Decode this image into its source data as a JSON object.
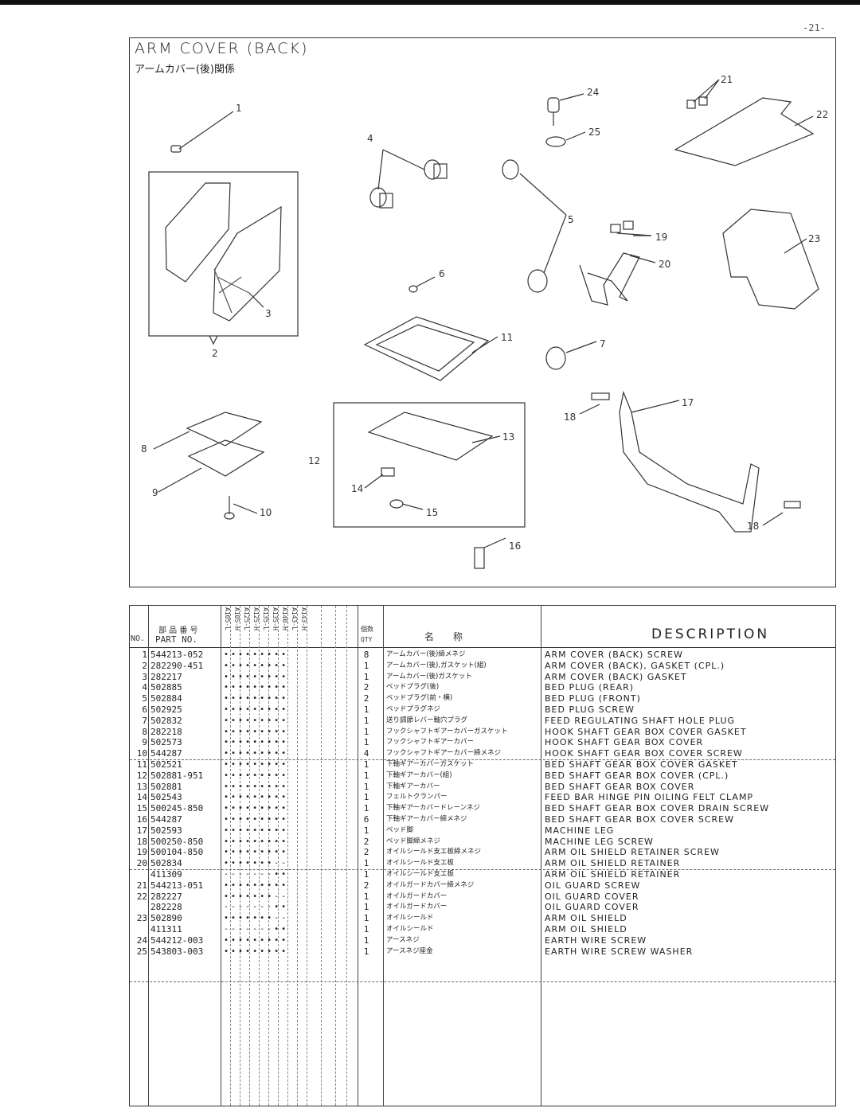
{
  "page_number": "-21-",
  "header": {
    "title_en": "ARM COVER (BACK)",
    "title_jp": "アームカバー(後)関係"
  },
  "diagram": {
    "callouts": [
      "1",
      "2",
      "3",
      "4",
      "5",
      "6",
      "7",
      "8",
      "9",
      "10",
      "11",
      "12",
      "13",
      "14",
      "15",
      "16",
      "17",
      "18",
      "18",
      "19",
      "20",
      "21",
      "22",
      "23",
      "24",
      "25"
    ]
  },
  "table": {
    "headers": {
      "no": "NO.",
      "part_jp": "部 品 番 号",
      "part_no": "PART NO.",
      "models": [
        "A105-L",
        "A105-H",
        "A125-L",
        "A125-H",
        "A135-L",
        "A135-H",
        "A140-H",
        "A143-L",
        "A143-H"
      ],
      "qty_jp": "個数",
      "qty": "QTY",
      "name_jp": "名　　称",
      "description": "DESCRIPTION"
    },
    "rows": [
      {
        "no": "1",
        "part": "544213-052",
        "marks": "•••••••••",
        "qty": "8",
        "jp": "アームカバー(後)締メネジ",
        "desc": "ARM COVER (BACK) SCREW"
      },
      {
        "no": "2",
        "part": "282290-451",
        "marks": "•••••••••",
        "qty": "1",
        "jp": "アームカバー(後),ガスケット(組)",
        "desc": "ARM COVER (BACK), GASKET (CPL.)"
      },
      {
        "no": "3",
        "part": "282217",
        "marks": "•••••••••",
        "qty": "1",
        "jp": "アームカバー(後)ガスケット",
        "desc": "ARM COVER (BACK) GASKET"
      },
      {
        "no": "4",
        "part": "502885",
        "marks": "•••••••••",
        "qty": "2",
        "jp": "ベッドプラグ(後)",
        "desc": "BED PLUG (REAR)"
      },
      {
        "no": "5",
        "part": "502884",
        "marks": "•••••••••",
        "qty": "2",
        "jp": "ベッドプラグ(前・横)",
        "desc": "BED PLUG (FRONT)"
      },
      {
        "no": "6",
        "part": "502925",
        "marks": "•••••••••",
        "qty": "1",
        "jp": "ベッドプラグネジ",
        "desc": "BED PLUG SCREW"
      },
      {
        "no": "7",
        "part": "502832",
        "marks": "•••••••••",
        "qty": "1",
        "jp": "送り調節レバー軸穴プラグ",
        "desc": "FEED REGULATING SHAFT HOLE PLUG"
      },
      {
        "no": "8",
        "part": "282218",
        "marks": "•••••••••",
        "qty": "1",
        "jp": "フックシャフトギアーカバーガスケット",
        "desc": "HOOK SHAFT GEAR BOX COVER GASKET"
      },
      {
        "no": "9",
        "part": "502573",
        "marks": "•••••••••",
        "qty": "1",
        "jp": "フックシャフトギアーカバー",
        "desc": "HOOK SHAFT GEAR BOX COVER"
      },
      {
        "no": "10",
        "part": "544287",
        "marks": "•••••••••",
        "qty": "4",
        "jp": "フックシャフトギアーカバー締メネジ",
        "desc": "HOOK SHAFT GEAR BOX COVER SCREW"
      },
      {
        "no": "11",
        "part": "502521",
        "marks": "•••••••••",
        "qty": "1",
        "jp": "下軸ギアーカバーガスケット",
        "desc": "BED SHAFT GEAR BOX COVER GASKET"
      },
      {
        "no": "12",
        "part": "502881-951",
        "marks": "•••••••••",
        "qty": "1",
        "jp": "下軸ギアーカバー(組)",
        "desc": "BED SHAFT GEAR BOX COVER (CPL.)"
      },
      {
        "no": "13",
        "part": "502881",
        "marks": "•••••••••",
        "qty": "1",
        "jp": "下軸ギアーカバー",
        "desc": "BED SHAFT GEAR BOX COVER"
      },
      {
        "no": "14",
        "part": "502543",
        "marks": "•••••••••",
        "qty": "1",
        "jp": "フェルトクランパー",
        "desc": "FEED BAR HINGE PIN OILING FELT CLAMP"
      },
      {
        "no": "15",
        "part": "500245-850",
        "marks": "•••••••••",
        "qty": "1",
        "jp": "下軸ギアーカバードレーンネジ",
        "desc": "BED SHAFT GEAR BOX COVER DRAIN SCREW"
      },
      {
        "no": "16",
        "part": "544287",
        "marks": "•••••••••",
        "qty": "6",
        "jp": "下軸ギアーカバー締メネジ",
        "desc": "BED SHAFT GEAR BOX COVER SCREW"
      },
      {
        "no": "17",
        "part": "502593",
        "marks": "•••••••••",
        "qty": "1",
        "jp": "ベッド脚",
        "desc": "MACHINE LEG"
      },
      {
        "no": "18",
        "part": "500250-850",
        "marks": "•••••••••",
        "qty": "2",
        "jp": "ベッド脚締メネジ",
        "desc": "MACHINE LEG SCREW"
      },
      {
        "no": "19",
        "part": "500104-850",
        "marks": "•••••••••",
        "qty": "2",
        "jp": "オイルシールド支エ板締メネジ",
        "desc": "ARM OIL SHIELD RETAINER SCREW"
      },
      {
        "no": "20",
        "part": "502834",
        "marks": "•••••••--",
        "qty": "1",
        "jp": "オイルシールド支エ板",
        "desc": "ARM OIL SHIELD RETAINER"
      },
      {
        "no": "",
        "part": "411309",
        "marks": "-------••",
        "qty": "1",
        "jp": "オイルシールド支エ板",
        "desc": "ARM OIL SHIELD RETAINER"
      },
      {
        "no": "21",
        "part": "544213-051",
        "marks": "•••••••••",
        "qty": "2",
        "jp": "オイルガードカバー締メネジ",
        "desc": "OIL GUARD SCREW"
      },
      {
        "no": "22",
        "part": "282227",
        "marks": "•••••••--",
        "qty": "1",
        "jp": "オイルガードカバー",
        "desc": "OIL GUARD COVER"
      },
      {
        "no": "",
        "part": "282228",
        "marks": "-------••",
        "qty": "1",
        "jp": "オイルガードカバー",
        "desc": "OIL GUARD COVER"
      },
      {
        "no": "23",
        "part": "502890",
        "marks": "•••••••--",
        "qty": "1",
        "jp": "オイルシールド",
        "desc": "ARM OIL SHIELD"
      },
      {
        "no": "",
        "part": "411311",
        "marks": "-------••",
        "qty": "1",
        "jp": "オイルシールド",
        "desc": "ARM OIL SHIELD"
      },
      {
        "no": "24",
        "part": "544212-003",
        "marks": "•••••••••",
        "qty": "1",
        "jp": "アースネジ",
        "desc": "EARTH WIRE SCREW"
      },
      {
        "no": "25",
        "part": "543803-003",
        "marks": "•••••••••",
        "qty": "1",
        "jp": "アースネジ座金",
        "desc": "EARTH WIRE SCREW WASHER"
      }
    ]
  }
}
